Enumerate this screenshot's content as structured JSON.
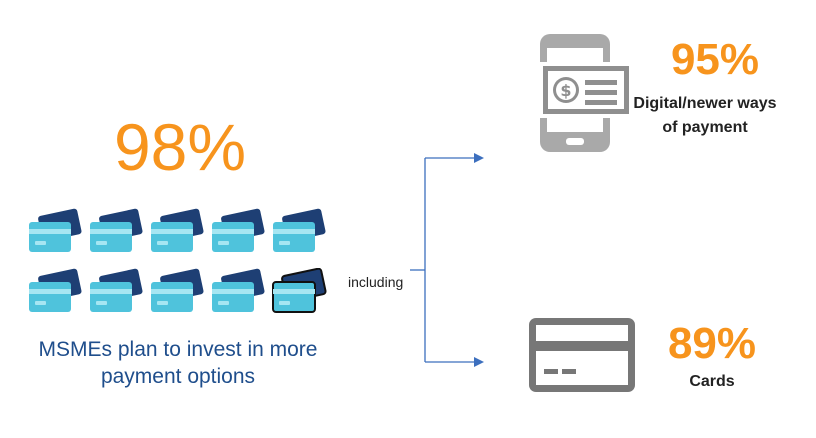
{
  "main": {
    "percentage": "98%",
    "caption": "MSMEs plan to invest in more payment options",
    "card_icons_count": 10,
    "card_icon_name": "credit-card-icon"
  },
  "connector": {
    "label": "including",
    "arrow_icon_name": "arrow-right-icon"
  },
  "digital": {
    "percentage": "95%",
    "label": "Digital/newer ways of payment",
    "icon_name": "mobile-payment-icon"
  },
  "cards": {
    "percentage": "89%",
    "label": "Cards",
    "icon_name": "credit-card-icon"
  },
  "colors": {
    "accent_orange": "#f7941d",
    "caption_blue": "#1f4e8c",
    "card_dark": "#1e3f74",
    "card_light": "#4fc3dc",
    "icon_gray": "#8c8c8c",
    "line_blue": "#3c6fbe"
  }
}
